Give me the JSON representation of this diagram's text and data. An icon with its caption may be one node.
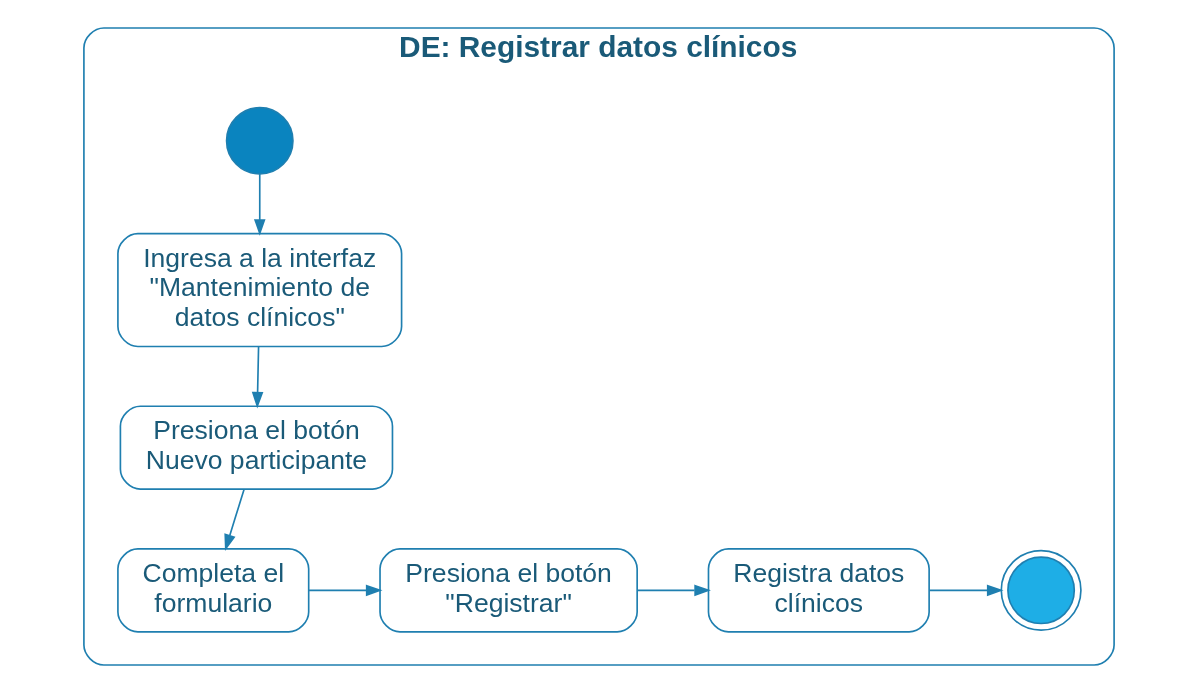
{
  "diagram": {
    "nodes": [
      {
        "text": [
          "DE: Registrar datos clínicos"
        ]
      },
      {
        "text": [],
        "shape": "circle",
        "in": 0
      },
      {
        "text": [
          "Ingresa a la interfaz \"Mantenimiento de datos clínicos\""
        ],
        "in": 0
      },
      {
        "text": [
          "Presiona el botón Nuevo participante"
        ],
        "in": 0
      },
      {
        "text": [
          "Completa el formulario"
        ],
        "in": 0
      },
      {
        "text": [
          "Presiona el botón \"Registrar\""
        ],
        "in": 0
      },
      {
        "text": [
          "Registra datos clínicos"
        ],
        "in": 0
      },
      {
        "text": [],
        "shape": "circle",
        "in": 0
      }
    ],
    "edges": [
      {
        "from": 1,
        "to": 2,
        "arrow": "to"
      },
      {
        "from": 2,
        "to": 3,
        "arrow": "to"
      },
      {
        "from": 3,
        "to": 4,
        "arrow": "to"
      },
      {
        "from": 4,
        "to": 5,
        "arrow": "to"
      },
      {
        "from": 5,
        "to": 6,
        "arrow": "to"
      },
      {
        "from": 6,
        "to": 7,
        "arrow": "to"
      }
    ]
  }
}
